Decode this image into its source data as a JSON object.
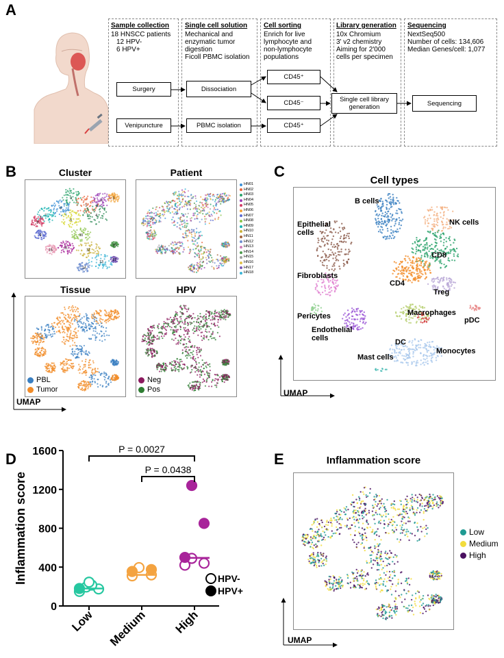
{
  "panels": {
    "a": "A",
    "b": "B",
    "c": "C",
    "d": "D",
    "e": "E"
  },
  "workflow": {
    "boxes": [
      {
        "title": "Sample collection",
        "lines": [
          "18 HNSCC patients",
          "  12 HPV-",
          "  6 HPV+"
        ]
      },
      {
        "title": "Single cell solution",
        "lines": [
          "Mechanical and",
          "enzymatic tumor",
          "digestion",
          "Ficoll PBMC isolation"
        ]
      },
      {
        "title": "Cell sorting",
        "lines": [
          "Enrich for live",
          "lymphocyte and",
          "non-lymphocyte",
          "populations"
        ]
      },
      {
        "title": "Library generation",
        "lines": [
          "10x Chromium",
          "3' v2 chemistry",
          "Aiming for 2'000",
          "cells per specimen"
        ]
      },
      {
        "title": "Sequencing",
        "lines": [
          "NextSeq500",
          "Number of cells: 134,606",
          "Median Genes/cell: 1,077"
        ]
      }
    ],
    "steps": {
      "surgery": "Surgery",
      "venipuncture": "Venipuncture",
      "dissociation": "Dissociation",
      "pbmc": "PBMC isolation",
      "cd45pos1": "CD45⁺",
      "cd45neg": "CD45⁻",
      "cd45pos2": "CD45⁺",
      "library": "Single cell library generation",
      "sequencing": "Sequencing"
    }
  },
  "panel_b": {
    "titles": {
      "cluster": "Cluster",
      "patient": "Patient",
      "tissue": "Tissue",
      "hpv": "HPV"
    },
    "patients": [
      "HN01",
      "HN02",
      "HN03",
      "HN04",
      "HN05",
      "HN06",
      "HN07",
      "HN08",
      "HN09",
      "HN10",
      "HN11",
      "HN12",
      "HN13",
      "HN14",
      "HN15",
      "HN16",
      "HN17",
      "HN18"
    ],
    "patient_colors": [
      "#3b8fd6",
      "#e8663c",
      "#2aa36b",
      "#9b3fb5",
      "#d23c64",
      "#f1a33a",
      "#5b6ad0",
      "#8bc34a",
      "#19b3b1",
      "#c9b23c",
      "#a3643c",
      "#6f8fd0",
      "#d07fb8",
      "#4c9a4c",
      "#9e9e9e",
      "#e0c04a",
      "#7a5bb5",
      "#3cb4d6"
    ],
    "tissue_legend": [
      {
        "label": "PBL",
        "color": "#3a7fc1"
      },
      {
        "label": "Tumor",
        "color": "#f28c28"
      }
    ],
    "hpv_legend": [
      {
        "label": "Neg",
        "color": "#8b1a5e"
      },
      {
        "label": "Pos",
        "color": "#2e7d32"
      }
    ],
    "umap_label": "UMAP"
  },
  "panel_c": {
    "title": "Cell types",
    "umap_label": "UMAP",
    "labels": [
      "B cells",
      "NK cells",
      "Epithelial cells",
      "CD8",
      "Fibroblasts",
      "CD4",
      "Treg",
      "Pericytes",
      "Macrophages",
      "pDC",
      "Endothelial cells",
      "DC",
      "Mast cells",
      "Monocytes"
    ]
  },
  "chart_data": {
    "type": "scatter",
    "ylabel": "Inflammation score",
    "categories": [
      "Low",
      "Medium",
      "High"
    ],
    "ylim": [
      0,
      1600
    ],
    "yticks": [
      0,
      400,
      800,
      1200,
      1600
    ],
    "series": [
      {
        "name": "HPV-",
        "values": [
          {
            "x": "Low",
            "y": 150
          },
          {
            "x": "Low",
            "y": 175
          },
          {
            "x": "Low",
            "y": 195
          },
          {
            "x": "Low",
            "y": 215
          },
          {
            "x": "Low",
            "y": 245
          },
          {
            "x": "Medium",
            "y": 310
          },
          {
            "x": "Medium",
            "y": 320
          },
          {
            "x": "Medium",
            "y": 395
          },
          {
            "x": "High",
            "y": 420
          },
          {
            "x": "High",
            "y": 440
          },
          {
            "x": "High",
            "y": 490
          }
        ]
      },
      {
        "name": "HPV+",
        "values": [
          {
            "x": "Low",
            "y": 180
          },
          {
            "x": "Medium",
            "y": 355
          },
          {
            "x": "Medium",
            "y": 375
          },
          {
            "x": "High",
            "y": 500
          },
          {
            "x": "High",
            "y": 850
          },
          {
            "x": "High",
            "y": 1240
          }
        ]
      }
    ],
    "medians": {
      "Low": 180,
      "Medium": 320,
      "High": 495
    },
    "colors": {
      "Low": "#26c7a0",
      "Medium": "#f4a340",
      "High": "#a8249a"
    },
    "comparisons": [
      {
        "from": "Low",
        "to": "High",
        "label": "P = 0.0027"
      },
      {
        "from": "Medium",
        "to": "High",
        "label": "P = 0.0438"
      }
    ],
    "legend": [
      {
        "label": "HPV-",
        "filled": false
      },
      {
        "label": "HPV+",
        "filled": true
      }
    ]
  },
  "panel_e": {
    "title": "Inflammation score",
    "umap_label": "UMAP",
    "legend": [
      {
        "label": "Low",
        "color": "#1f9a92"
      },
      {
        "label": "Medium",
        "color": "#f2dc3c"
      },
      {
        "label": "High",
        "color": "#4a1060"
      }
    ]
  }
}
